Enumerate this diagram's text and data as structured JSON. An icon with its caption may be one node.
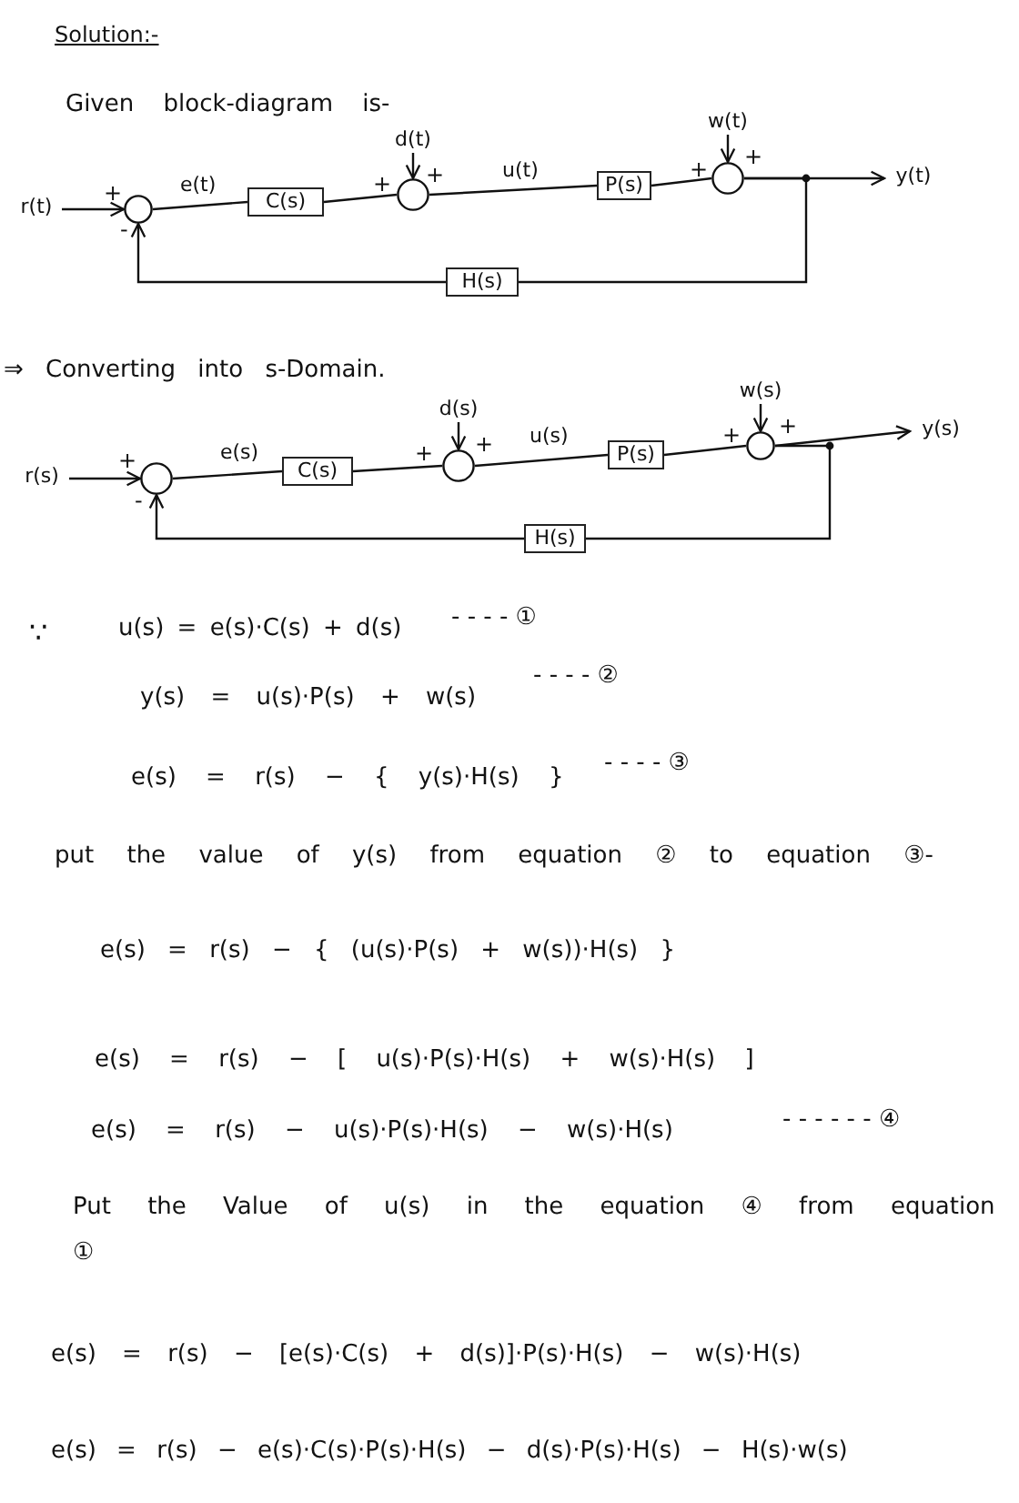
{
  "diagram": {
    "title": "Solution:-",
    "nodes": [
      {
        "text": [
          "r(t)"
        ]
      },
      {
        "text": [],
        "shape": "circle",
        "beside": [
          "+",
          "-"
        ]
      },
      {
        "text": [
          "C(s)"
        ]
      },
      {
        "text": [],
        "shape": "circle",
        "beside": [
          "+",
          "+"
        ]
      },
      {
        "text": [
          "P(s)"
        ]
      },
      {
        "text": [],
        "shape": "circle",
        "beside": [
          "+",
          "+"
        ]
      },
      {
        "text": [
          "y(t)"
        ]
      },
      {
        "text": [
          "H(s)"
        ]
      },
      {
        "text": [
          "d(t)"
        ]
      },
      {
        "text": [
          "w(t)"
        ]
      },
      {
        "text": [
          "r(s)"
        ]
      },
      {
        "text": [],
        "shape": "circle",
        "beside": [
          "+",
          "-"
        ]
      },
      {
        "text": [
          "C(s)"
        ]
      },
      {
        "text": [],
        "shape": "circle",
        "beside": [
          "+",
          "+"
        ]
      },
      {
        "text": [
          "P(s)"
        ]
      },
      {
        "text": [],
        "shape": "circle",
        "beside": [
          "+",
          "+"
        ]
      },
      {
        "text": [
          "y(s)"
        ]
      },
      {
        "text": [
          "H(s)"
        ]
      },
      {
        "text": [
          "d(s)"
        ]
      },
      {
        "text": [
          "w(s)"
        ]
      }
    ],
    "edges": [
      {
        "from": 0,
        "to": 1,
        "arrow": "to"
      },
      {
        "from": 1,
        "to": 2,
        "arrow": "none",
        "label": "e(t)"
      },
      {
        "from": 2,
        "to": 3,
        "arrow": "none"
      },
      {
        "from": 8,
        "to": 3,
        "arrow": "to"
      },
      {
        "from": 3,
        "to": 4,
        "arrow": "none",
        "label": "u(t)"
      },
      {
        "from": 4,
        "to": 5,
        "arrow": "none"
      },
      {
        "from": 9,
        "to": 5,
        "arrow": "to"
      },
      {
        "from": 5,
        "to": 6,
        "arrow": "to"
      },
      {
        "from": 5,
        "to": 7,
        "arrow": "none"
      },
      {
        "from": 7,
        "to": 1,
        "arrow": "to"
      },
      {
        "from": 10,
        "to": 11,
        "arrow": "to"
      },
      {
        "from": 11,
        "to": 12,
        "arrow": "none",
        "label": "e(s)"
      },
      {
        "from": 12,
        "to": 13,
        "arrow": "none"
      },
      {
        "from": 18,
        "to": 13,
        "arrow": "to"
      },
      {
        "from": 13,
        "to": 14,
        "arrow": "none",
        "label": "u(s)"
      },
      {
        "from": 14,
        "to": 15,
        "arrow": "none"
      },
      {
        "from": 19,
        "to": 15,
        "arrow": "to"
      },
      {
        "from": 15,
        "to": 16,
        "arrow": "to"
      },
      {
        "from": 15,
        "to": 17,
        "arrow": "none"
      },
      {
        "from": 17,
        "to": 11,
        "arrow": "to"
      }
    ],
    "labels": [
      "Given block-diagram is-",
      "⇒ Converting into s-Domain.",
      "∵",
      "u(s) = e(s)·C(s) + d(s)",
      "- - - - ①",
      "y(s) = u(s)·P(s) + w(s)",
      "- - - - ②",
      "e(s) = r(s) − { y(s)·H(s) }",
      "- - - - ③",
      "put the value of y(s) from equation ② to equation ③-",
      "e(s) = r(s) − { (u(s)·P(s) + w(s))·H(s) }",
      "e(s) = r(s) − [ u(s)·P(s)·H(s) + w(s)·H(s) ]",
      "e(s) = r(s) − u(s)·P(s)·H(s) − w(s)·H(s)",
      "- - - - - - ④",
      "Put the Value of u(s) in the equation ④ from equation ①",
      "e(s) = r(s) − [e(s)·C(s) + d(s)]·P(s)·H(s) − w(s)·H(s)",
      "e(s) = r(s) − e(s)·C(s)·P(s)·H(s) − d(s)·P(s)·H(s) − H(s)·w(s)"
    ]
  }
}
